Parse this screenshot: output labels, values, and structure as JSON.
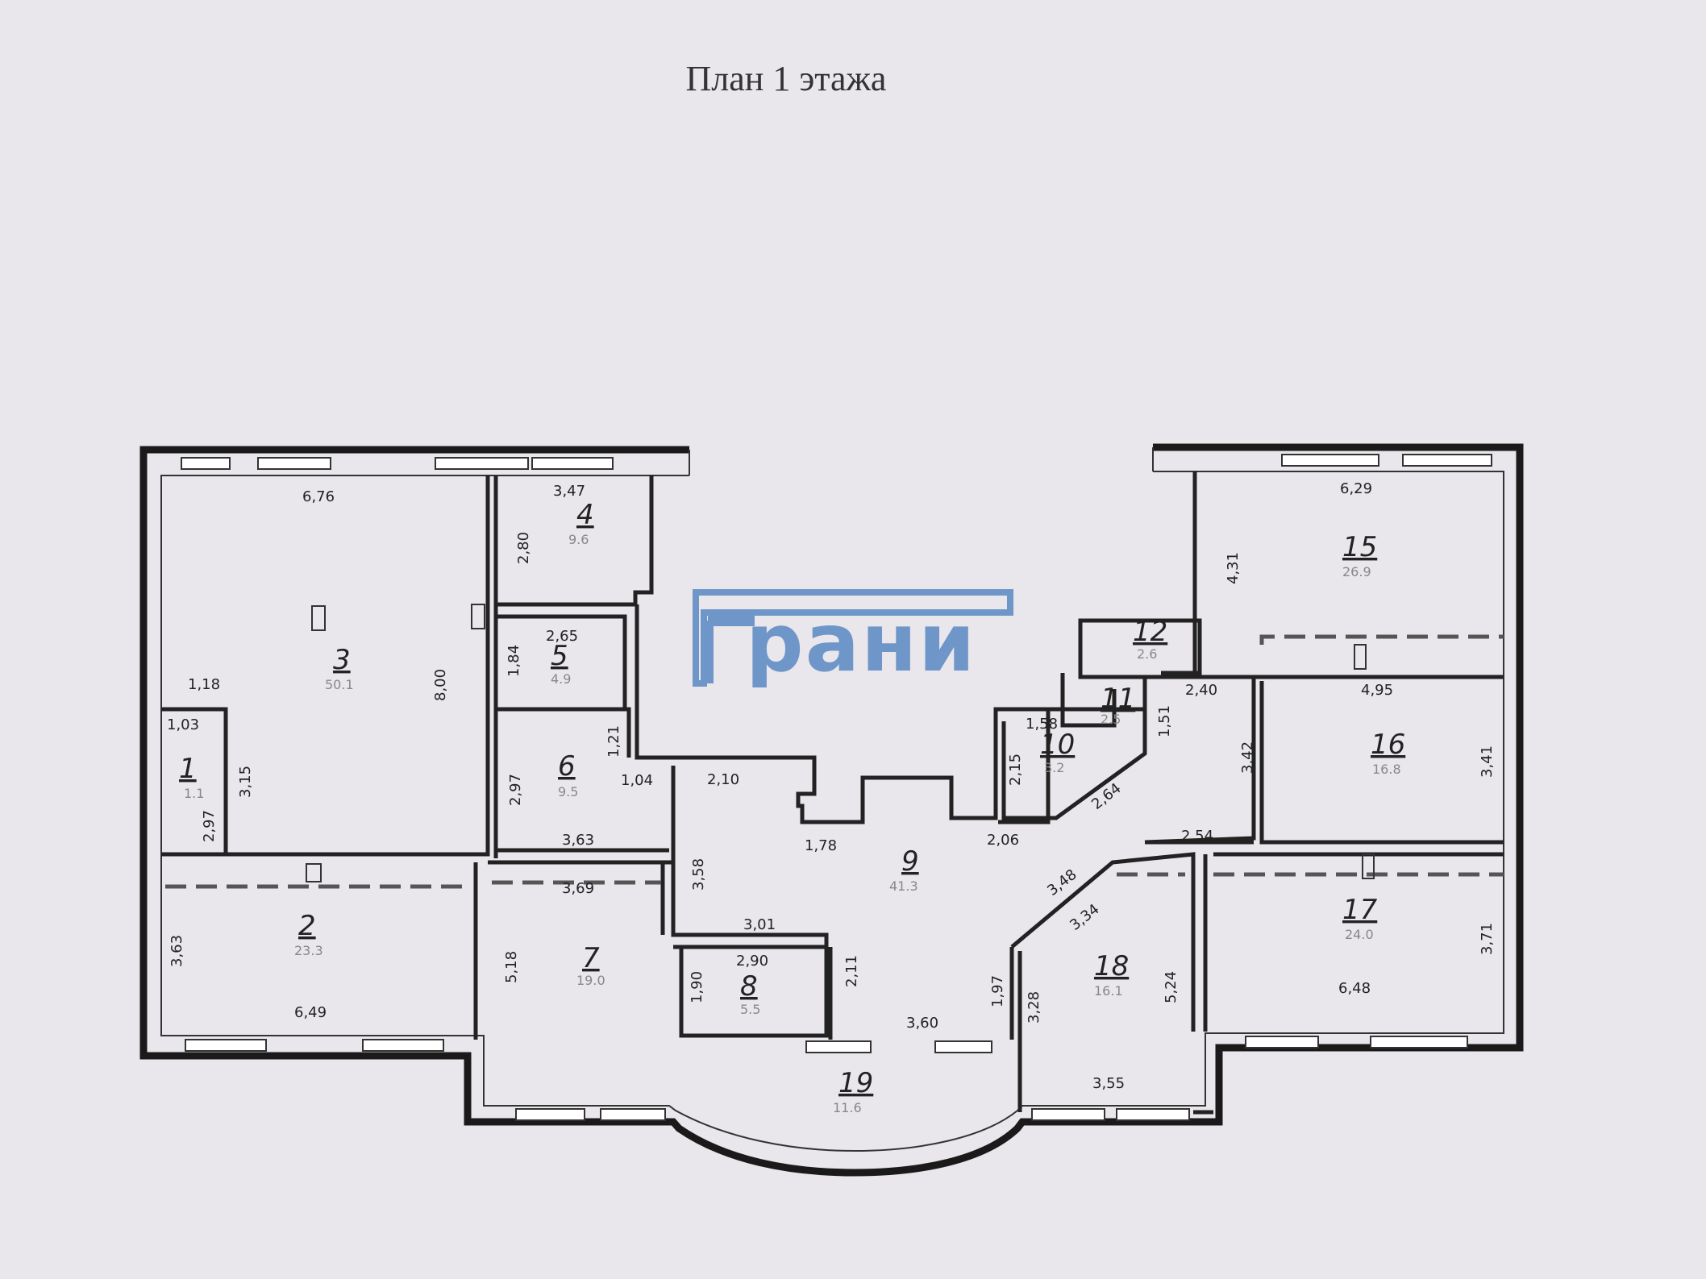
{
  "title": "План  1 этажа",
  "logo": {
    "text": "рани"
  },
  "rooms": [
    {
      "num": "1",
      "area": "1.1"
    },
    {
      "num": "2",
      "area": "23.3"
    },
    {
      "num": "3",
      "area": "50.1"
    },
    {
      "num": "4",
      "area": "9.6"
    },
    {
      "num": "5",
      "area": "4.9"
    },
    {
      "num": "6",
      "area": "9.5"
    },
    {
      "num": "7",
      "area": "19.0"
    },
    {
      "num": "8",
      "area": "5.5"
    },
    {
      "num": "9",
      "area": "41.3"
    },
    {
      "num": "10",
      "area": "3.2"
    },
    {
      "num": "11",
      "area": "2.5"
    },
    {
      "num": "12",
      "area": "2.6"
    },
    {
      "num": "15",
      "area": "26.9"
    },
    {
      "num": "16",
      "area": "16.8"
    },
    {
      "num": "17",
      "area": "24.0"
    },
    {
      "num": "18",
      "area": "16.1"
    },
    {
      "num": "19",
      "area": "11.6"
    }
  ],
  "dims": [
    "6,76",
    "3,47",
    "2,80",
    "2,65",
    "1,84",
    "1,18",
    "8,00",
    "1,03",
    "3,15",
    "2,97",
    "1,21",
    "1,04",
    "2,97",
    "3,63",
    "2,10",
    "1,78",
    "2,06",
    "1,58",
    "2,15",
    "1,51",
    "2,64",
    "2,40",
    "6,29",
    "4,31",
    "4,95",
    "3,42",
    "3,41",
    "2,54",
    "3,48",
    "3,34",
    "3,69",
    "3,58",
    "3,63",
    "6,49",
    "5,18",
    "3,01",
    "2,90",
    "1,90",
    "2,11",
    "3,60",
    "1,97",
    "3,28",
    "5,24",
    "3,55",
    "3,71",
    "6,48"
  ]
}
